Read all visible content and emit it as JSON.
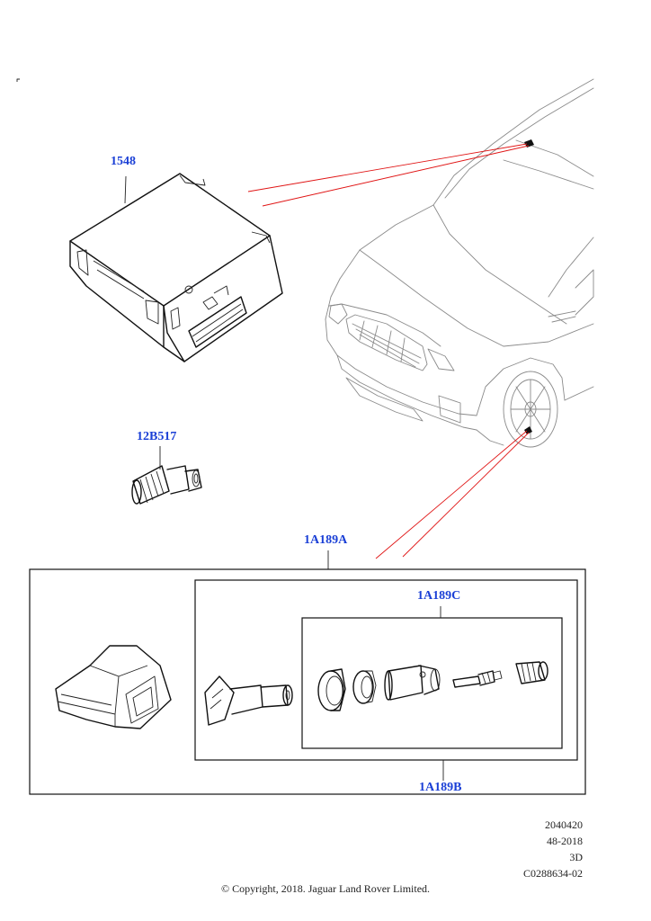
{
  "labels": {
    "part_1548": "1548",
    "part_12B517": "12B517",
    "part_1A189A": "1A189A",
    "part_1A189B": "1A189B",
    "part_1A189C": "1A189C"
  },
  "meta": {
    "line1": "2040420",
    "line2": "48-2018",
    "line3": "3D",
    "line4": "C0288634-02"
  },
  "copyright": "© Copyright, 2018. Jaguar Land Rover Limited.",
  "colors": {
    "label": "#1a3fd6",
    "leader_red": "#e01515",
    "vehicle": "#8a8a8a"
  },
  "icons": {
    "module": "tpms-control-module",
    "antenna": "tpms-antenna",
    "sensor": "tyre-pressure-sensor",
    "valve": "valve-stem",
    "vehicle": "vehicle-outline"
  }
}
